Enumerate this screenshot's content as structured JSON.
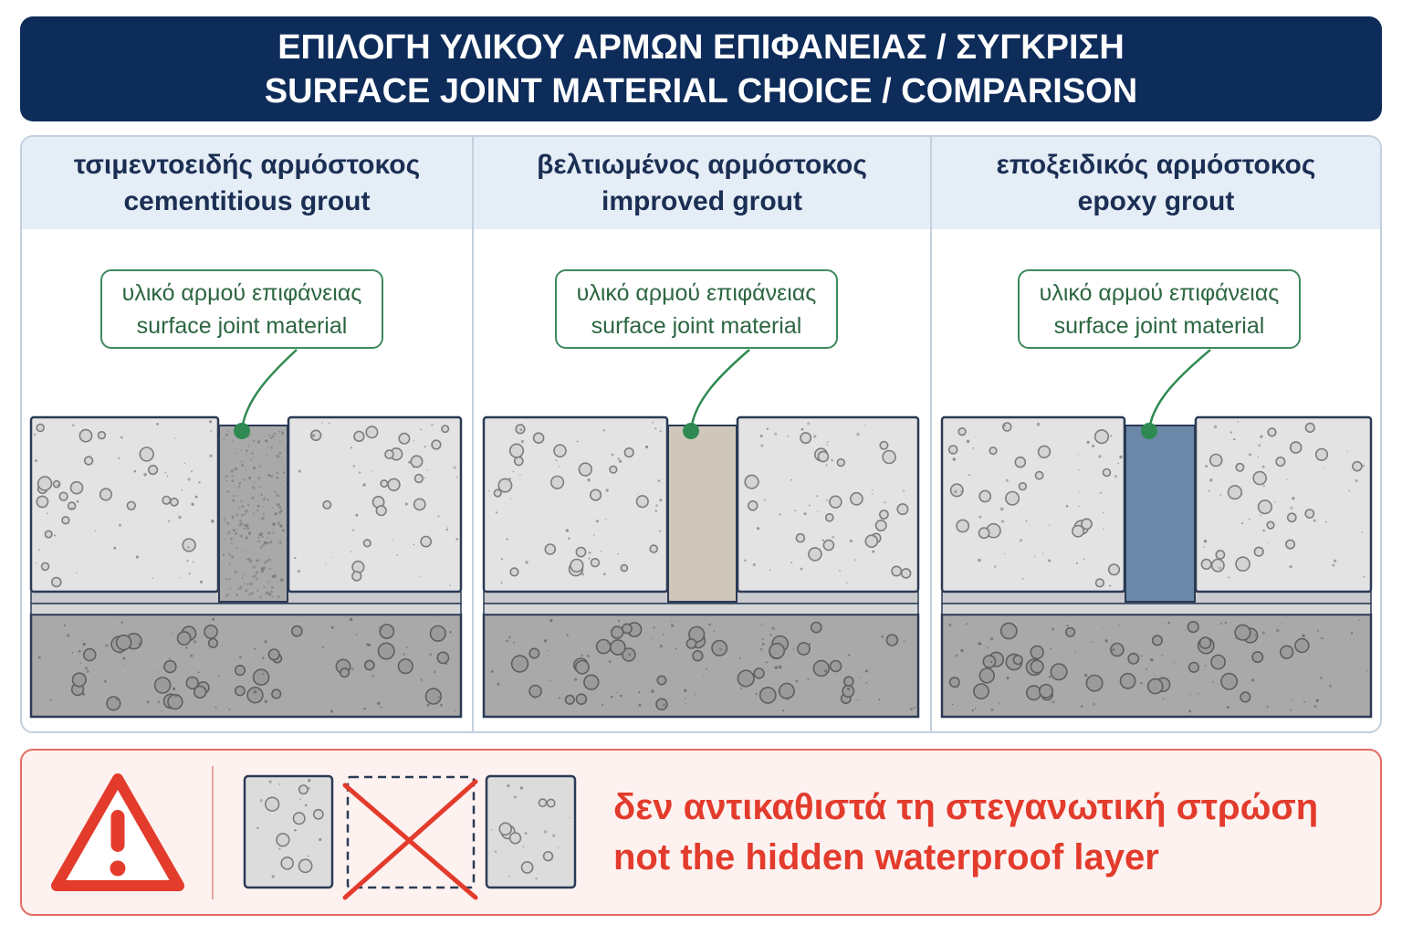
{
  "header": {
    "title_el": "ΕΠΙΛΟΓΗ ΥΛΙΚΟΥ ΑΡΜΩΝ ΕΠΙΦΑΝΕΙΑΣ / ΣΥΓΚΡΙΣΗ",
    "title_en": "SURFACE JOINT MATERIAL CHOICE / COMPARISON"
  },
  "columns": [
    {
      "title_el": "τσιμεντοειδής αρμόστοκος",
      "title_en": "cementitious grout",
      "callout_el": "υλικό αρμού επιφάνειας",
      "callout_en": "surface joint material",
      "joint_color": "#a9a9a9"
    },
    {
      "title_el": "βελτιωμένος αρμόστοκος",
      "title_en": "improved grout",
      "callout_el": "υλικό αρμού επιφάνειας",
      "callout_en": "surface joint material",
      "joint_color": "#cfc7b9"
    },
    {
      "title_el": "εποξειδικός αρμόστοκος",
      "title_en": "epoxy grout",
      "callout_el": "υλικό αρμού επιφάνειας",
      "callout_en": "surface joint material",
      "joint_color": "#6b88a9"
    }
  ],
  "warning": {
    "icon": "warning-triangle-icon",
    "text_el": "δεν αντικαθιστά τη στεγανωτική στρώση",
    "text_en": "not the hidden waterproof layer"
  },
  "colors": {
    "navy": "#0e2c5a",
    "column_header_bg": "#e5edf6",
    "column_header_text": "#1b2f54",
    "callout_green": "#2f8a52",
    "callout_text": "#2c6641",
    "warning_red": "#e33b2c",
    "warning_bg": "#fdf2f0",
    "outline": "#2b3a55"
  }
}
